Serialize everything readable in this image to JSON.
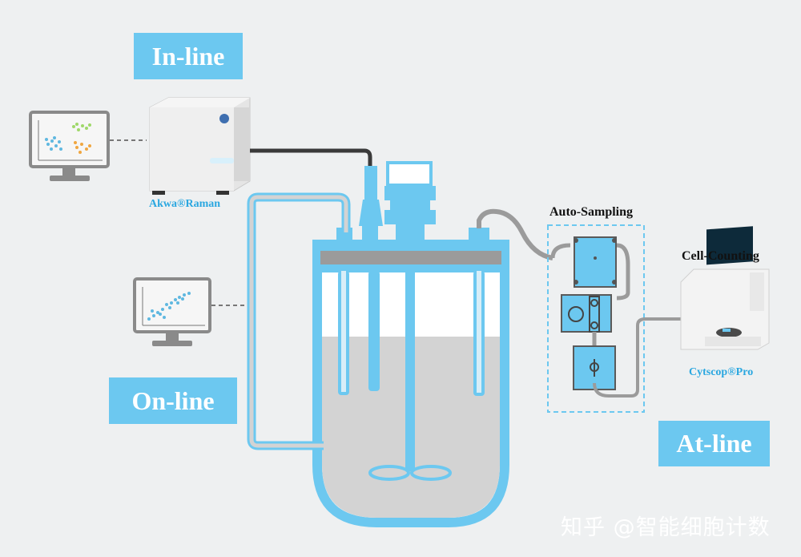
{
  "badges": {
    "inline": "In-line",
    "online": "On-line",
    "atline": "At-line"
  },
  "devices": {
    "raman": "Akwa®Raman",
    "cytscop": "Cytscop®Pro",
    "auto_sampling": "Auto-Sampling",
    "cell_counting": "Cell-Counting"
  },
  "watermark": "知乎 @智能细胞计数",
  "colors": {
    "badge": "#6cc8f0",
    "vessel": "#6cc8f0",
    "liquid": "#d3d3d3",
    "device_label": "#2aa7e0",
    "background": "#eef0f1"
  }
}
